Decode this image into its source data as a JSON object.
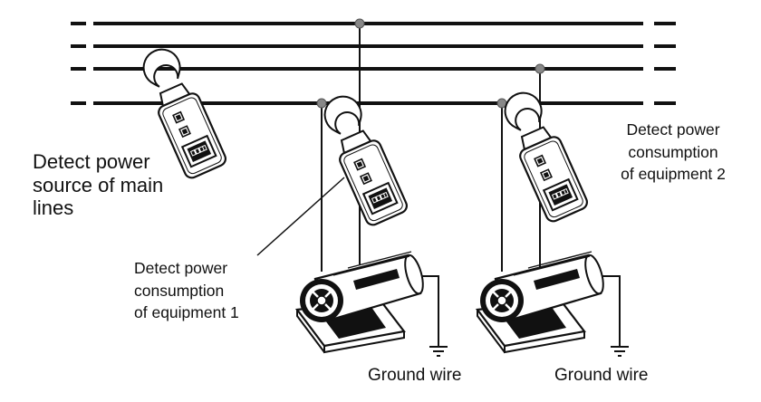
{
  "labels": {
    "main": [
      "Detect power",
      "source of main",
      "lines"
    ],
    "equip1": [
      "Detect power",
      "consumption",
      "of equipment 1"
    ],
    "equip2": [
      "Detect power",
      "consumption",
      "of equipment 2"
    ],
    "ground1": "Ground wire",
    "ground2": "Ground wire"
  },
  "colors": {
    "line": "#111111",
    "node": "#888888",
    "background": "#ffffff"
  }
}
